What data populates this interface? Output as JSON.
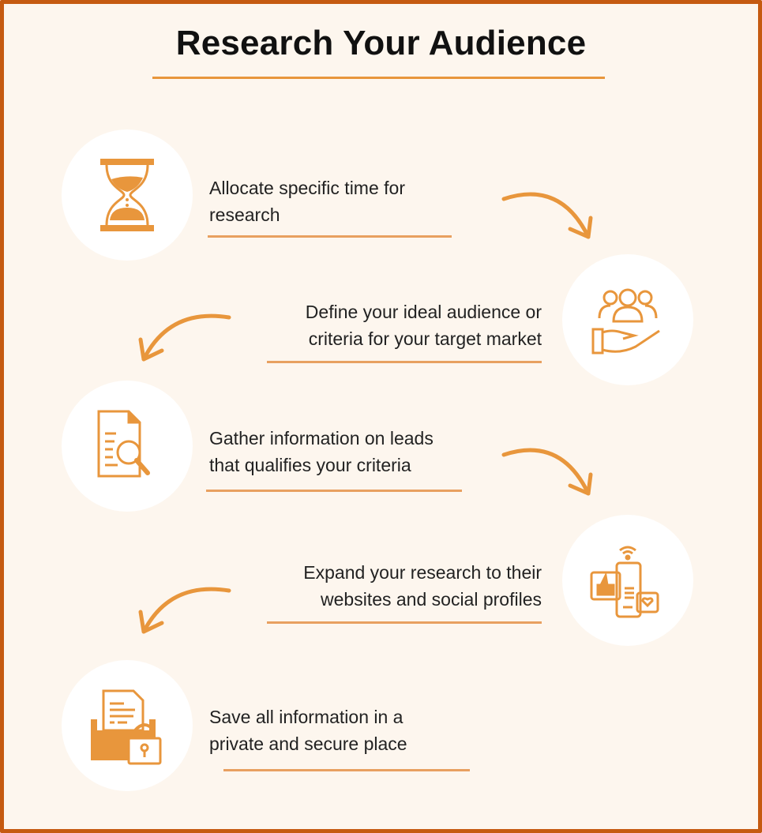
{
  "title": "Research Your Audience",
  "colors": {
    "accent": "#e8963c",
    "border": "#c55a11",
    "background": "#fdf6ee"
  },
  "steps": [
    {
      "icon": "hourglass-icon",
      "lines": [
        "Allocate specific time for",
        "research"
      ]
    },
    {
      "icon": "audience-in-hand-icon",
      "lines": [
        "Define your ideal audience or",
        "criteria for your target market"
      ]
    },
    {
      "icon": "document-search-icon",
      "lines": [
        "Gather information on leads",
        "that qualifies your criteria"
      ]
    },
    {
      "icon": "social-media-phone-icon",
      "lines": [
        "Expand your research to their",
        "websites and social profiles"
      ]
    },
    {
      "icon": "secure-folder-lock-icon",
      "lines": [
        "Save all information in a",
        "private and secure place"
      ]
    }
  ]
}
